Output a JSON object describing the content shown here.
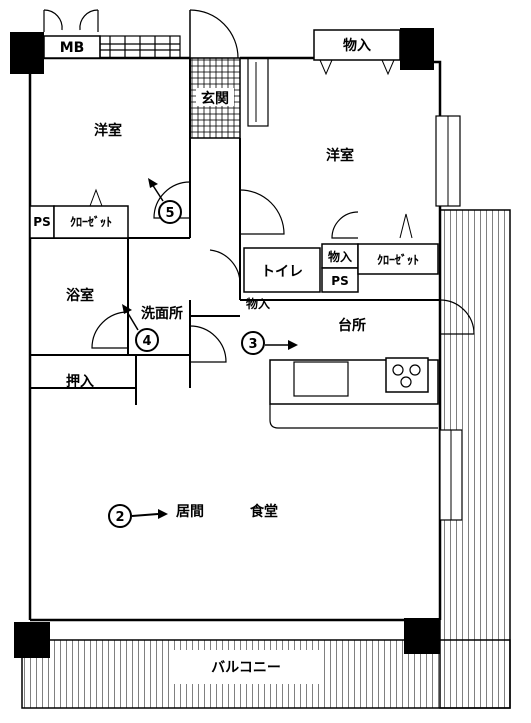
{
  "rooms": {
    "mb": "MB",
    "storage_top": "物入",
    "entrance": "玄関",
    "western_room_left": "洋室",
    "western_room_right": "洋室",
    "ps_left": "PS",
    "closet_left": "ｸﾛｰｾﾞｯﾄ",
    "toilet": "トイレ",
    "storage_mid": "物入",
    "ps_mid": "PS",
    "closet_right": "ｸﾛｰｾﾞｯﾄ",
    "bathroom": "浴室",
    "washroom": "洗面所",
    "storage_hall": "物入",
    "kitchen": "台所",
    "closet_oshiire": "押入",
    "living": "居間",
    "dining": "食堂",
    "balcony": "バルコニー"
  },
  "photo_markers": [
    "2",
    "3",
    "4",
    "5"
  ]
}
